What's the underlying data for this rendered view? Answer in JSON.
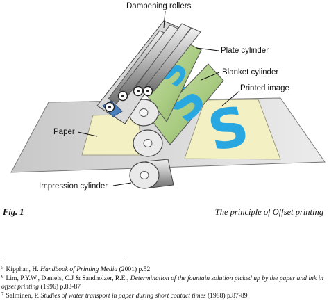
{
  "figure": {
    "labels": {
      "dampening_rollers": "Dampening rollers",
      "plate_cylinder": "Plate cylinder",
      "blanket_cylinder": "Blanket cylinder",
      "printed_image": "Printed image",
      "paper": "Paper",
      "impression_cylinder": "Impression cylinder"
    },
    "glyph": "S",
    "colors": {
      "sheet": "#dcdcdc",
      "paper_fill": "#f3f0c4",
      "plate_green": "#a9cb81",
      "ink_blue": "#29a7e0",
      "roller_grey": "#b9b9b9"
    }
  },
  "caption": {
    "number": "Fig. 1",
    "title": "The principle of Offset printing"
  },
  "footnotes": [
    {
      "num": "5",
      "before": "Kipphan, H. ",
      "title": "Handbook of Printing Media",
      "after": " (2001) p.52"
    },
    {
      "num": "6",
      "before": "Lim, P.Y.W., Daniels, C.J & Sandholzer, R.E., ",
      "title": "Determination of the fountain solution picked up by the paper and ink in offset printing",
      "after": " (1996) p.83-87"
    },
    {
      "num": "7",
      "before": "Salminen, P. ",
      "title": "Studies of water transport in paper during short contact times",
      "after": " (1988) p.87-89"
    }
  ]
}
